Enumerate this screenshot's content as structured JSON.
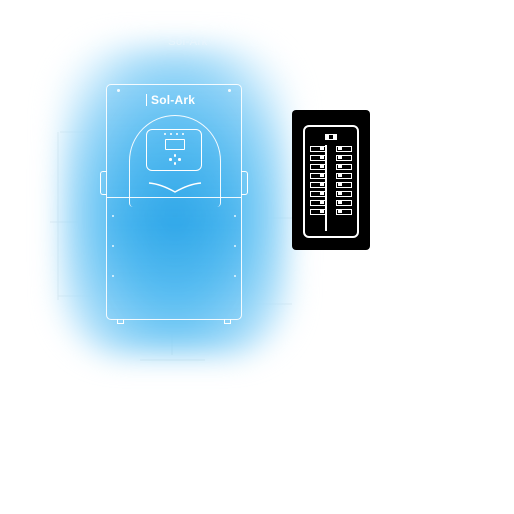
{
  "inverter": {
    "brand": "Sol-Ark",
    "caption": "Sol-Ark"
  },
  "breaker_panel": {
    "breaker_rows": 8
  },
  "colors": {
    "glow": "#2ea7e8",
    "panel": "#000000",
    "background": "#ffffff"
  }
}
